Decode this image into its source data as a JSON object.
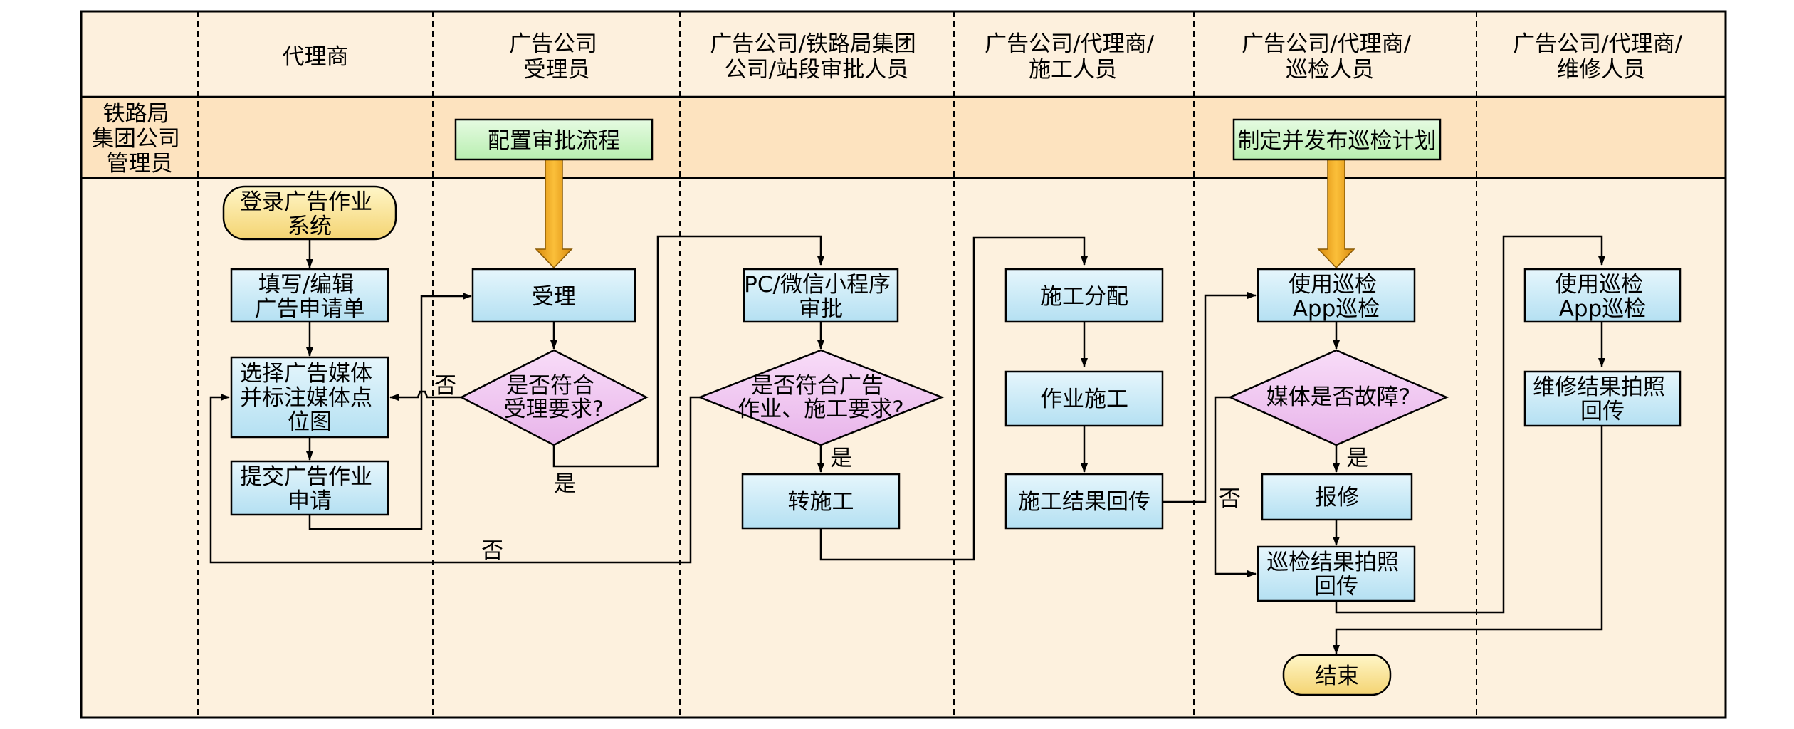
{
  "lanes": [
    {
      "id": "agent",
      "header": [
        "代理商"
      ]
    },
    {
      "id": "accept",
      "header": [
        "广告公司",
        "受理员"
      ]
    },
    {
      "id": "approve",
      "header": [
        "广告公司/铁路局集团",
        "公司/站段审批人员"
      ]
    },
    {
      "id": "build",
      "header": [
        "广告公司/代理商/",
        "施工人员"
      ]
    },
    {
      "id": "patrol",
      "header": [
        "广告公司/代理商/",
        "巡检人员"
      ]
    },
    {
      "id": "repair",
      "header": [
        "广告公司/代理商/",
        "维修人员"
      ]
    }
  ],
  "row_label": [
    "铁路局",
    "集团公司",
    "管理员"
  ],
  "nodes": {
    "login": {
      "shape": "terminal",
      "lines": [
        "登录广告作业",
        "系统"
      ]
    },
    "fill": {
      "shape": "process",
      "lines": [
        "填写/编辑",
        "广告申请单"
      ]
    },
    "select": {
      "shape": "process",
      "lines": [
        "选择广告媒体",
        "并标注媒体点",
        "位图"
      ]
    },
    "submit": {
      "shape": "process",
      "lines": [
        "提交广告作业",
        "申请"
      ]
    },
    "config": {
      "shape": "admin",
      "lines": [
        "配置审批流程"
      ]
    },
    "accept": {
      "shape": "process",
      "lines": [
        "受理"
      ]
    },
    "check1": {
      "shape": "decision",
      "lines": [
        "是否符合",
        "受理要求?"
      ]
    },
    "pcapprove": {
      "shape": "process",
      "lines": [
        "PC/微信小程序",
        "审批"
      ]
    },
    "check2": {
      "shape": "decision",
      "lines": [
        "是否符合广告",
        "作业、施工要求?"
      ]
    },
    "transfer": {
      "shape": "process",
      "lines": [
        "转施工"
      ]
    },
    "assign": {
      "shape": "process",
      "lines": [
        "施工分配"
      ]
    },
    "work": {
      "shape": "process",
      "lines": [
        "作业施工"
      ]
    },
    "result": {
      "shape": "process",
      "lines": [
        "施工结果回传"
      ]
    },
    "plan": {
      "shape": "admin",
      "lines": [
        "制定并发布巡检计划"
      ]
    },
    "patrol": {
      "shape": "process",
      "lines": [
        "使用巡检",
        "App巡检"
      ]
    },
    "fault": {
      "shape": "decision",
      "lines": [
        "媒体是否故障?"
      ]
    },
    "report": {
      "shape": "process",
      "lines": [
        "报修"
      ]
    },
    "patrolresult": {
      "shape": "process",
      "lines": [
        "巡检结果拍照",
        "回传"
      ]
    },
    "end": {
      "shape": "terminal",
      "lines": [
        "结束"
      ]
    },
    "repairapp": {
      "shape": "process",
      "lines": [
        "使用巡检",
        "App巡检"
      ]
    },
    "repairresult": {
      "shape": "process",
      "lines": [
        "维修结果拍照",
        "回传"
      ]
    }
  },
  "edge_labels": {
    "check1_no": "否",
    "check1_yes": "是",
    "check2_yes": "是",
    "check2_no": "否",
    "fault_yes": "是",
    "fault_no": "否"
  },
  "colors": {
    "header_bg": "#fdf0dd",
    "admin_row_bg": "#fde3bf",
    "body_bg": "#fdf1de",
    "process_fill_top": "#e6f6fc",
    "process_fill_bottom": "#b8e3f3",
    "decision_fill": "#f0c8f0",
    "terminal_fill_top": "#fff4c0",
    "terminal_fill_bottom": "#f6d978",
    "admin_fill": "#cdf5c8",
    "orange_arrow": "#f4a81c",
    "line": "#000000"
  }
}
